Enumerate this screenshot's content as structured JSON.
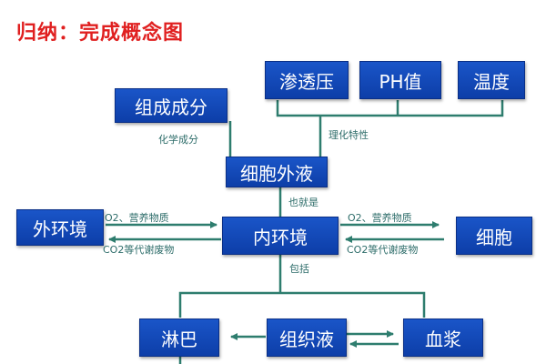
{
  "title": "归纳：完成概念图",
  "nodes": {
    "osmotic_pressure": "渗透压",
    "ph": "PH值",
    "temperature": "温度",
    "components": "组成成分",
    "extracellular_fluid": "细胞外液",
    "external_environment": "外环境",
    "internal_environment": "内环境",
    "cell": "细胞",
    "lymph": "淋巴",
    "tissue_fluid": "组织液",
    "plasma": "血浆"
  },
  "labels": {
    "chemical_components": "化学成分",
    "physicochemical_properties": "理化特性",
    "also_called": "也就是",
    "o2_nutrients_left": "O2、营养物质",
    "co2_wastes_left": "CO2等代谢废物",
    "o2_nutrients_right": "O2、营养物质",
    "co2_wastes_right": "CO2等代谢废物",
    "includes": "包括"
  },
  "colors": {
    "title": "#e02020",
    "box": "#1a55c8",
    "line": "#2e7d6e"
  }
}
